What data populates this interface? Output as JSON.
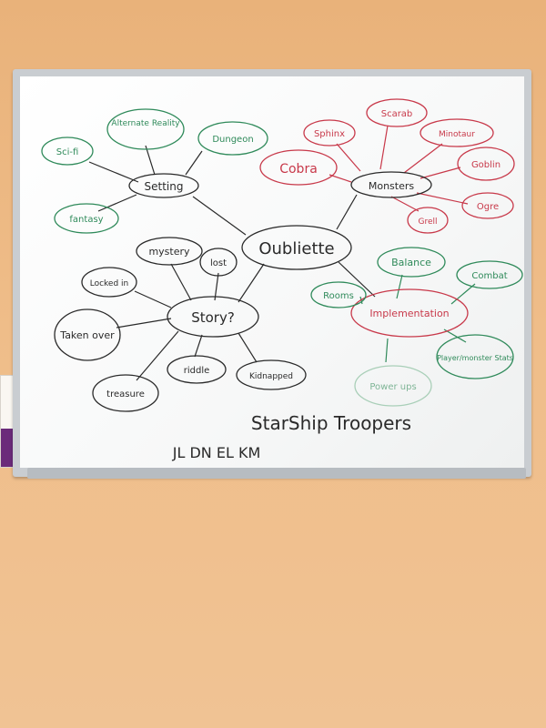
{
  "whiteboard": {
    "central": "Oubliette",
    "hubs": {
      "setting": "Setting",
      "monsters": "Monsters",
      "story": "Story?",
      "implementation": "Implementation"
    },
    "setting_nodes": [
      "Sci-fi",
      "Alternate Reality",
      "Dungeon",
      "fantasy"
    ],
    "monster_nodes": [
      "Sphinx",
      "Scarab",
      "Minotaur",
      "Cobra",
      "Goblin",
      "Ogre",
      "Grell"
    ],
    "story_nodes": [
      "mystery",
      "lost",
      "Locked in",
      "Taken over",
      "treasure",
      "riddle",
      "Kidnapped"
    ],
    "implementation_nodes": [
      "Balance",
      "Combat",
      "Rooms",
      "Player/monster Stats",
      "Power ups"
    ],
    "footer_text": "StarShip Troopers",
    "initials": "JL DN EL KM"
  },
  "colors": {
    "black_marker": "#2a2a2a",
    "red_marker": "#c8394a",
    "green_marker": "#2f8a5a"
  }
}
